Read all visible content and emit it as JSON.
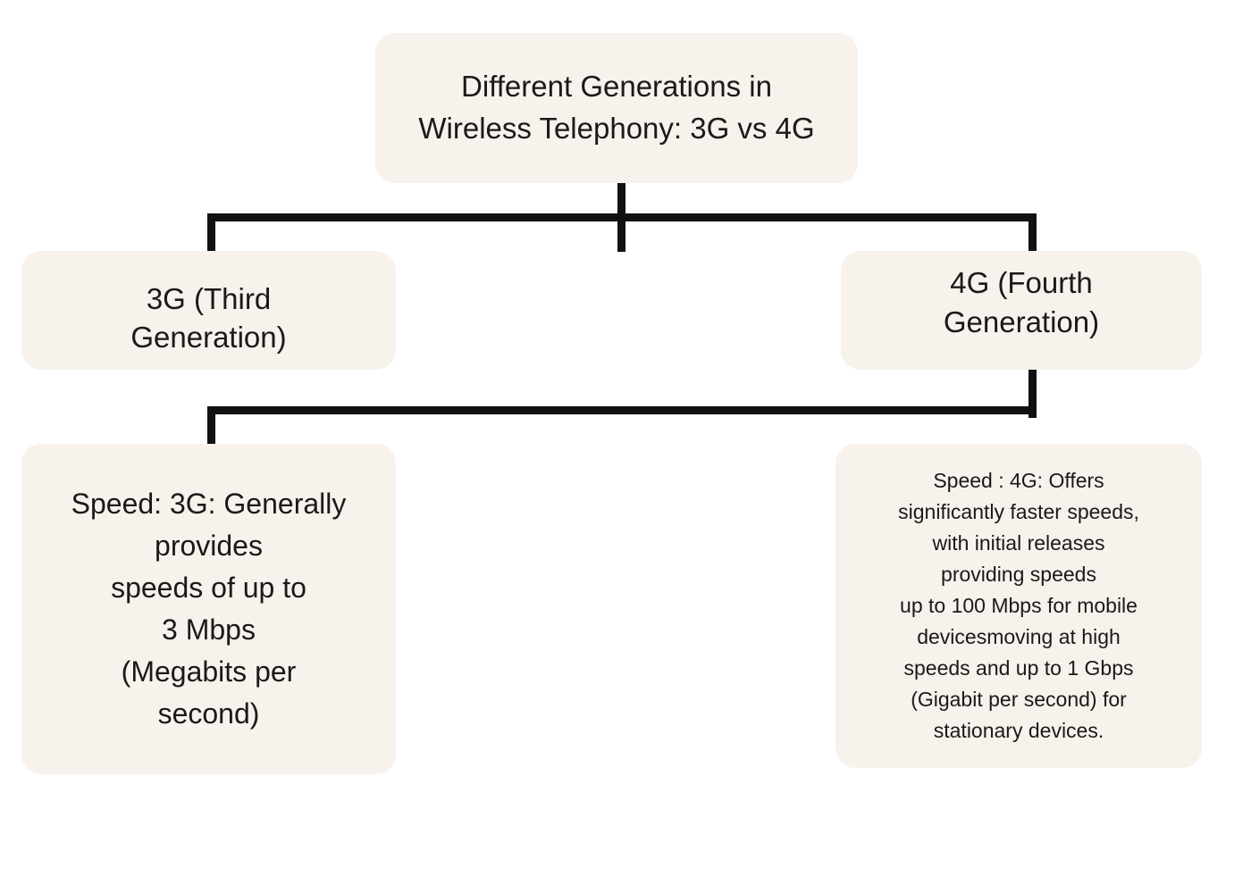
{
  "diagram": {
    "title": "Different Generations in Wireless Telephony: 3G vs 4G",
    "type": "hierarchy-tree",
    "colors": {
      "node_background": "#F7F2EB",
      "page_background": "#FFFFFF",
      "connector": "#111111",
      "text": "#1a1a1a"
    },
    "nodes": {
      "root": {
        "label": "Different Generations in\nWireless Telephony: 3G vs 4G",
        "level": 0
      },
      "gen3": {
        "label": "3G (Third\nGeneration)",
        "level": 1
      },
      "gen4": {
        "label": "4G (Fourth\nGeneration)",
        "level": 1
      },
      "gen3_detail": {
        "label": "Speed: 3G: Generally\nprovides\nspeeds of up to\n3 Mbps\n(Megabits per\nsecond)",
        "level": 2
      },
      "gen4_detail": {
        "label": "Speed : 4G: Offers\nsignificantly faster speeds,\nwith initial releases\nproviding speeds\nup to 100 Mbps for mobile\ndevicesmoving at high\nspeeds and up to 1 Gbps\n(Gigabit per second) for\nstationary devices.",
        "level": 2
      }
    }
  }
}
